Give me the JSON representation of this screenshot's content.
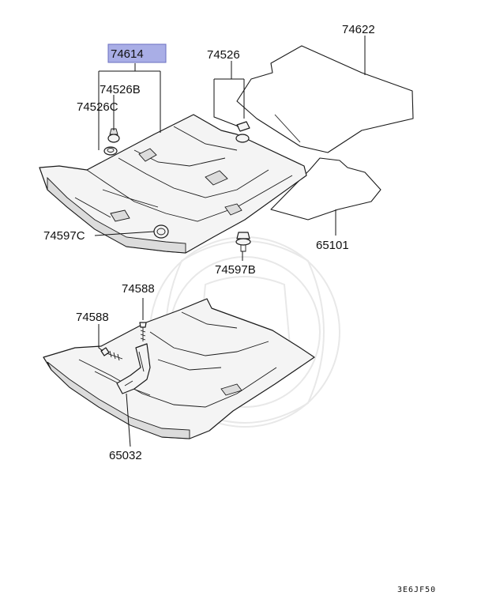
{
  "labels": {
    "highlighted_part": "74614",
    "clip_b": "74526B",
    "clip_c": "74526C",
    "clip_top": "74526",
    "carpet_rear": "74622",
    "carpet_mat": "65101",
    "grommet_c": "74597C",
    "grommet_b": "74597B",
    "screw_top": "74588",
    "screw_left": "74588",
    "bracket": "65032",
    "diagram_code": "3E6JF50"
  },
  "colors": {
    "highlight_fill": "#a9aee6",
    "highlight_border": "#6a6fc0"
  }
}
